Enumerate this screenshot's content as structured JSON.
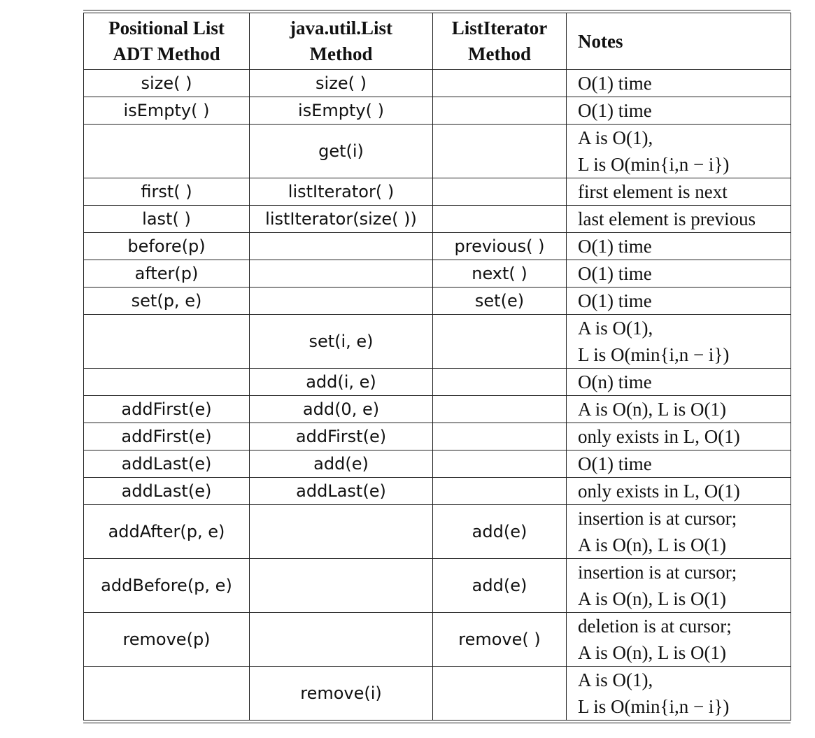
{
  "headers": [
    [
      "Positional List",
      "ADT Method"
    ],
    [
      "java.util.List",
      "Method"
    ],
    [
      "ListIterator",
      "Method"
    ],
    [
      "Notes"
    ]
  ],
  "rows": [
    {
      "adt": "size( )",
      "list": "size( )",
      "iter": "",
      "notes": [
        "O(1) time"
      ]
    },
    {
      "adt": "isEmpty( )",
      "list": "isEmpty( )",
      "iter": "",
      "notes": [
        "O(1) time"
      ]
    },
    {
      "adt": "",
      "list": "get(i)",
      "iter": "",
      "notes": [
        "A is O(1),",
        "L is O(min{i,n − i})"
      ]
    },
    {
      "adt": "first( )",
      "list": "listIterator( )",
      "iter": "",
      "notes": [
        "first element is next"
      ]
    },
    {
      "adt": "last( )",
      "list": "listIterator(size( ))",
      "iter": "",
      "notes": [
        "last element is previous"
      ]
    },
    {
      "adt": "before(p)",
      "list": "",
      "iter": "previous( )",
      "notes": [
        "O(1) time"
      ]
    },
    {
      "adt": "after(p)",
      "list": "",
      "iter": "next( )",
      "notes": [
        "O(1) time"
      ]
    },
    {
      "adt": "set(p, e)",
      "list": "",
      "iter": "set(e)",
      "notes": [
        "O(1) time"
      ]
    },
    {
      "adt": "",
      "list": "set(i, e)",
      "iter": "",
      "notes": [
        "A is O(1),",
        "L is O(min{i,n − i})"
      ]
    },
    {
      "adt": "",
      "list": "add(i, e)",
      "iter": "",
      "notes": [
        "O(n) time"
      ]
    },
    {
      "adt": "addFirst(e)",
      "list": "add(0, e)",
      "iter": "",
      "notes": [
        "A is O(n), L is O(1)"
      ]
    },
    {
      "adt": "addFirst(e)",
      "list": "addFirst(e)",
      "iter": "",
      "notes": [
        "only exists in L, O(1)"
      ]
    },
    {
      "adt": "addLast(e)",
      "list": "add(e)",
      "iter": "",
      "notes": [
        "O(1) time"
      ]
    },
    {
      "adt": "addLast(e)",
      "list": "addLast(e)",
      "iter": "",
      "notes": [
        "only exists in L, O(1)"
      ]
    },
    {
      "adt": "addAfter(p, e)",
      "list": "",
      "iter": "add(e)",
      "notes": [
        "insertion is at cursor;",
        "A is O(n), L is O(1)"
      ]
    },
    {
      "adt": "addBefore(p, e)",
      "list": "",
      "iter": "add(e)",
      "notes": [
        "insertion is at cursor;",
        "A is O(n), L is O(1)"
      ]
    },
    {
      "adt": "remove(p)",
      "list": "",
      "iter": "remove( )",
      "notes": [
        "deletion is at cursor;",
        "A is O(n), L is O(1)"
      ]
    },
    {
      "adt": "",
      "list": "remove(i)",
      "iter": "",
      "notes": [
        "A is O(1),",
        "L is O(min{i,n − i})"
      ]
    }
  ]
}
